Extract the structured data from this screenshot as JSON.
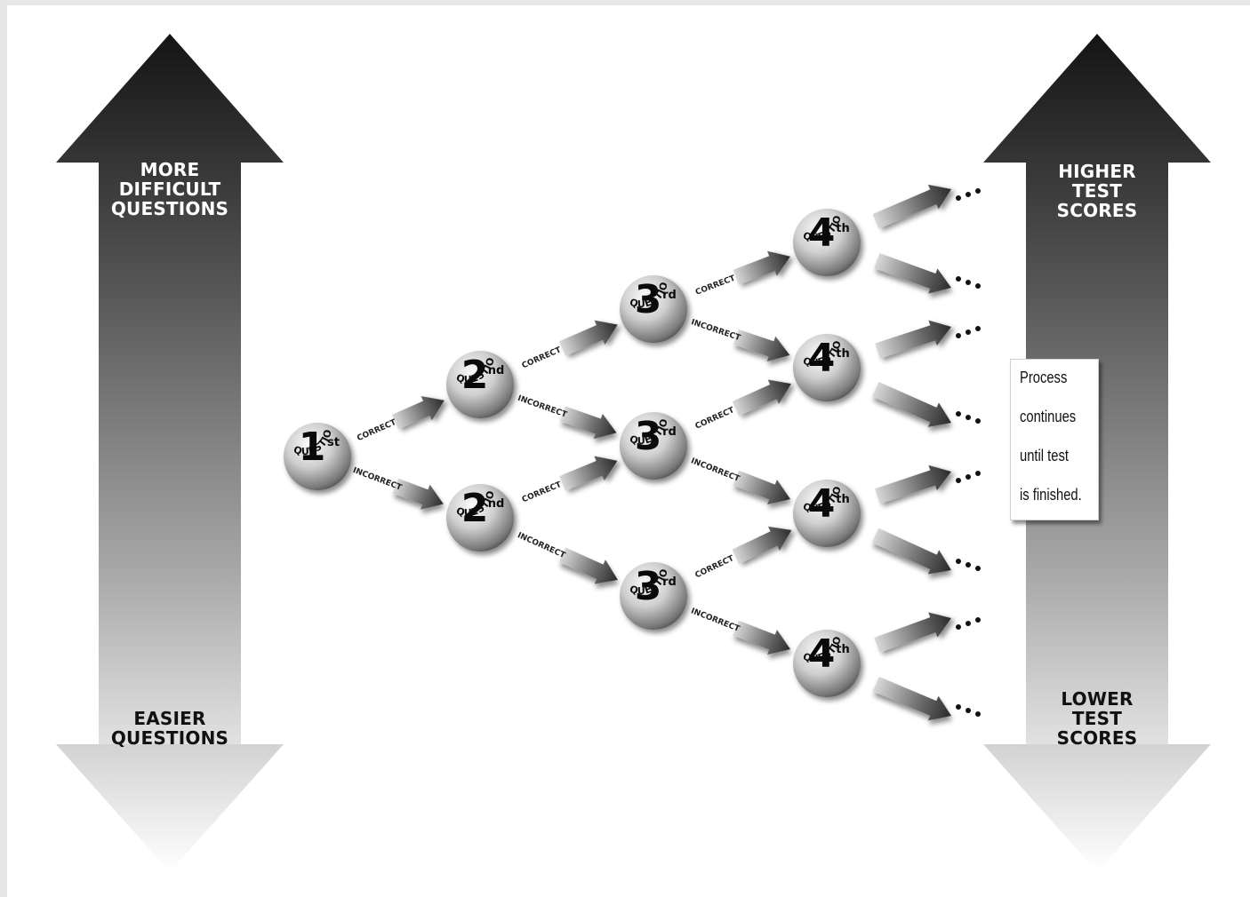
{
  "left_arrow": {
    "top_label": "MORE\nDIFFICULT\nQUESTIONS",
    "bottom_label": "EASIER\nQUESTIONS"
  },
  "right_arrow": {
    "top_label": "HIGHER\nTEST\nSCORES",
    "bottom_label": "LOWER\nTEST\nSCORES"
  },
  "question_word": "QUESTION",
  "edge_labels": {
    "correct": "CORRECT",
    "incorrect": "INCORRECT"
  },
  "nodes": [
    {
      "id": "q1",
      "num": "1",
      "suffix": "st"
    },
    {
      "id": "q2a",
      "num": "2",
      "suffix": "nd"
    },
    {
      "id": "q2b",
      "num": "2",
      "suffix": "nd"
    },
    {
      "id": "q3a",
      "num": "3",
      "suffix": "rd"
    },
    {
      "id": "q3b",
      "num": "3",
      "suffix": "rd"
    },
    {
      "id": "q3c",
      "num": "3",
      "suffix": "rd"
    },
    {
      "id": "q4a",
      "num": "4",
      "suffix": "th"
    },
    {
      "id": "q4b",
      "num": "4",
      "suffix": "th"
    },
    {
      "id": "q4c",
      "num": "4",
      "suffix": "th"
    },
    {
      "id": "q4d",
      "num": "4",
      "suffix": "th"
    }
  ],
  "edges": [
    {
      "from": "q1",
      "to": "q2a",
      "type": "correct"
    },
    {
      "from": "q1",
      "to": "q2b",
      "type": "incorrect"
    },
    {
      "from": "q2a",
      "to": "q3a",
      "type": "correct"
    },
    {
      "from": "q2a",
      "to": "q3b",
      "type": "incorrect"
    },
    {
      "from": "q2b",
      "to": "q3b",
      "type": "correct"
    },
    {
      "from": "q2b",
      "to": "q3c",
      "type": "incorrect"
    },
    {
      "from": "q3a",
      "to": "q4a",
      "type": "correct"
    },
    {
      "from": "q3a",
      "to": "q4b",
      "type": "incorrect"
    },
    {
      "from": "q3b",
      "to": "q4b",
      "type": "correct"
    },
    {
      "from": "q3b",
      "to": "q4c",
      "type": "incorrect"
    },
    {
      "from": "q3c",
      "to": "q4c",
      "type": "correct"
    },
    {
      "from": "q3c",
      "to": "q4d",
      "type": "incorrect"
    }
  ],
  "note": {
    "lines": [
      "Process",
      "continues",
      "until test",
      "is finished."
    ]
  },
  "colors": {
    "arrow_dark": "#1a1a1a",
    "arrow_light": "#eeeeee",
    "ball_light": "#f4f4f4",
    "ball_dark": "#6e6e6e"
  }
}
